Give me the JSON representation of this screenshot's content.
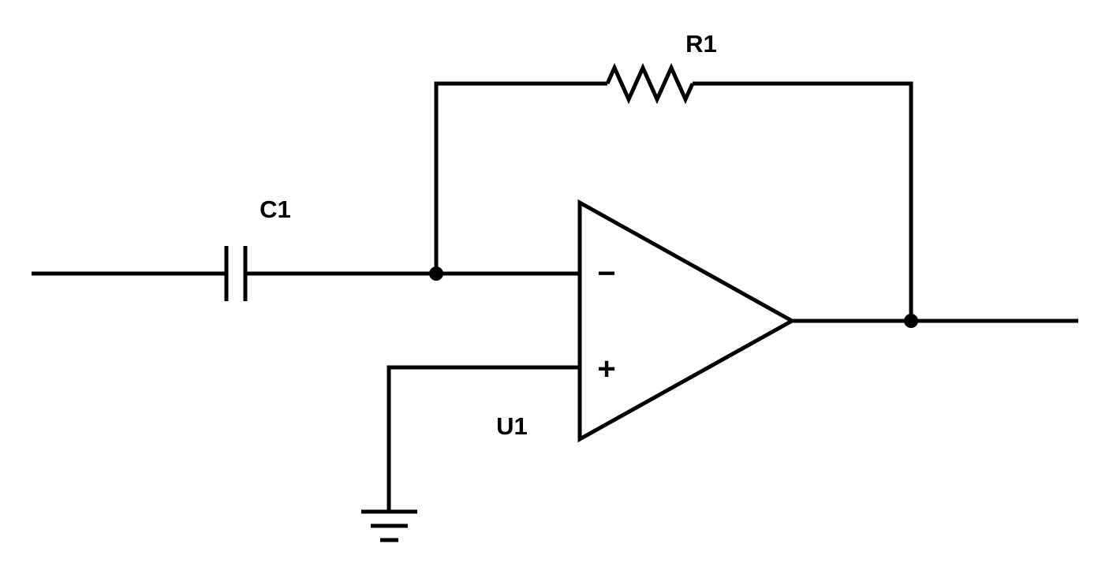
{
  "diagram": {
    "type": "circuit-schematic",
    "components": {
      "capacitor": {
        "label": "C1"
      },
      "resistor": {
        "label": "R1"
      },
      "op_amp": {
        "label": "U1",
        "inverting_sign": "−",
        "noninverting_sign": "+"
      },
      "ground": {}
    },
    "colors": {
      "line": "#000000",
      "background": "#ffffff"
    }
  }
}
